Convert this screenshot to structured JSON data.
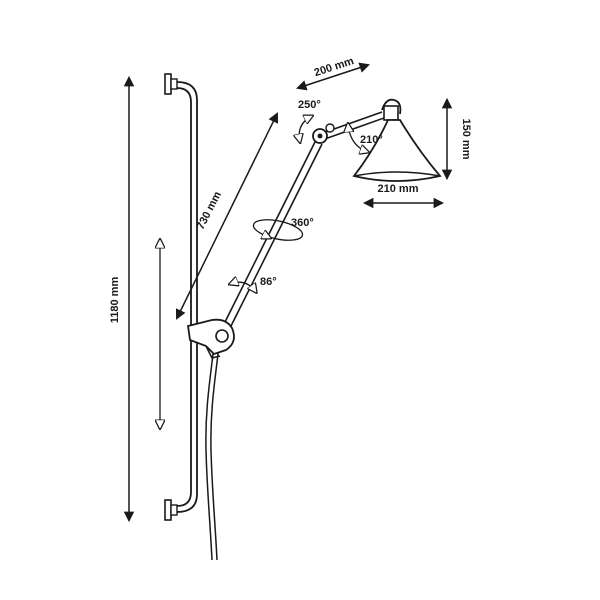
{
  "dimensions": {
    "total_height": "1180 mm",
    "arm_length": "730 mm",
    "top_arm_length": "200 mm",
    "shade_height": "150 mm",
    "shade_width": "210 mm"
  },
  "rotations": {
    "top_joint": "250°",
    "shade_joint": "210°",
    "arm_spin": "360°",
    "bottom_joint": "86°"
  },
  "colors": {
    "line": "#1a1a1a",
    "background": "#ffffff"
  }
}
